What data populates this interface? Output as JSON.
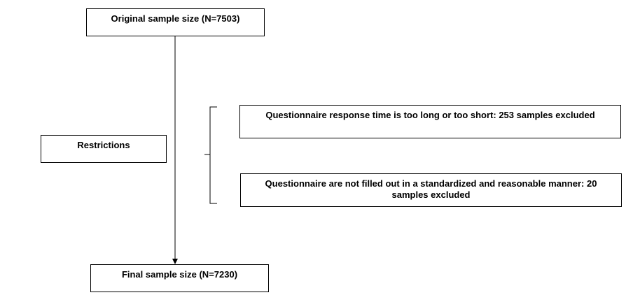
{
  "diagram": {
    "original": "Original sample size (N=7503)",
    "restrictions": "Restrictions",
    "exclusion_response_time": "Questionnaire response time is too long or too short: 253 samples excluded",
    "exclusion_not_standardized": "Questionnaire are not filled out in a standardized and reasonable manner: 20 samples excluded",
    "final": "Final sample size (N=7230)"
  },
  "colors": {
    "line": "#000000",
    "box_border": "#000000",
    "background": "#ffffff"
  }
}
